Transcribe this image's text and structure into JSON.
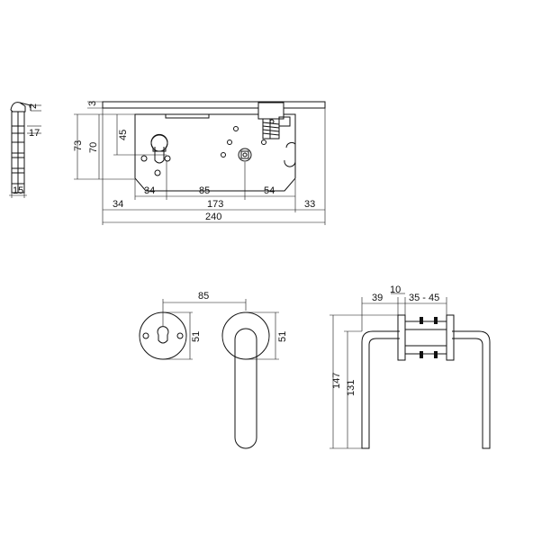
{
  "side_profile": {
    "dim_top": "2",
    "dim_bolt": "17",
    "dim_width": "15"
  },
  "lock_body": {
    "dim_faceplate": "3",
    "dim_height_outer": "73",
    "dim_height_inner": "70",
    "dim_backset_vertical": "45",
    "dim_left": "34",
    "dim_center": "85",
    "dim_right": "54",
    "dim_row2_left": "34",
    "dim_row2_center": "173",
    "dim_row2_right": "33",
    "dim_total": "240"
  },
  "escutcheon": {
    "dim_spacing": "85",
    "dim_rose_diameter": "51",
    "dim_handle_rose_diameter": "51"
  },
  "handle_side": {
    "dim_rose_offset": "39",
    "dim_10": "10",
    "dim_door_range": "35 - 45",
    "dim_147": "147",
    "dim_131": "131"
  }
}
